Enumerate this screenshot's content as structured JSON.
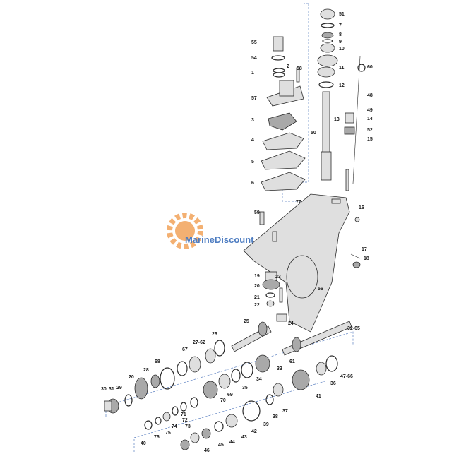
{
  "watermark": {
    "text": "MarineDiscount",
    "gear_color": "#f2a35a",
    "text_color": "#2e66b7"
  },
  "labels": [
    "51",
    "7",
    "8",
    "9",
    "10",
    "11",
    "12",
    "13",
    "14",
    "15",
    "52",
    "49",
    "48",
    "60",
    "55",
    "54",
    "2",
    "58",
    "1",
    "57",
    "3",
    "4",
    "5",
    "6",
    "50",
    "77",
    "16",
    "59",
    "17",
    "18",
    "19",
    "20",
    "21",
    "22",
    "23",
    "24",
    "56",
    "25",
    "26",
    "27-62",
    "67",
    "68",
    "28",
    "20",
    "29",
    "31",
    "30",
    "32-65",
    "61",
    "33",
    "34",
    "35",
    "69",
    "70",
    "71",
    "72",
    "73",
    "74",
    "75",
    "76",
    "40",
    "39",
    "38",
    "37",
    "36",
    "47-66",
    "41",
    "42",
    "43",
    "44",
    "45",
    "46"
  ]
}
